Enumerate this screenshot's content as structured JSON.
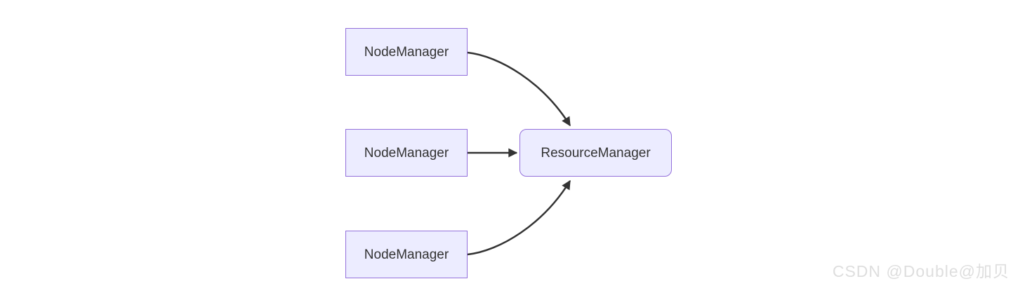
{
  "diagram": {
    "type": "flowchart",
    "direction": "left-to-right",
    "nodes": [
      {
        "id": "nm1",
        "label": "NodeManager",
        "shape": "rectangle"
      },
      {
        "id": "nm2",
        "label": "NodeManager",
        "shape": "rectangle"
      },
      {
        "id": "nm3",
        "label": "NodeManager",
        "shape": "rectangle"
      },
      {
        "id": "rm",
        "label": "ResourceManager",
        "shape": "rounded-rectangle"
      }
    ],
    "edges": [
      {
        "from": "nm1",
        "to": "rm",
        "style": "curved-arrow"
      },
      {
        "from": "nm2",
        "to": "rm",
        "style": "straight-arrow"
      },
      {
        "from": "nm3",
        "to": "rm",
        "style": "curved-arrow"
      }
    ],
    "colors": {
      "node_fill": "#ECECFF",
      "node_border": "#9370DB",
      "edge_stroke": "#333333",
      "text": "#333333",
      "background": "#ffffff"
    }
  },
  "watermark": {
    "text": "CSDN @Double@加贝",
    "color": "#dedede"
  }
}
